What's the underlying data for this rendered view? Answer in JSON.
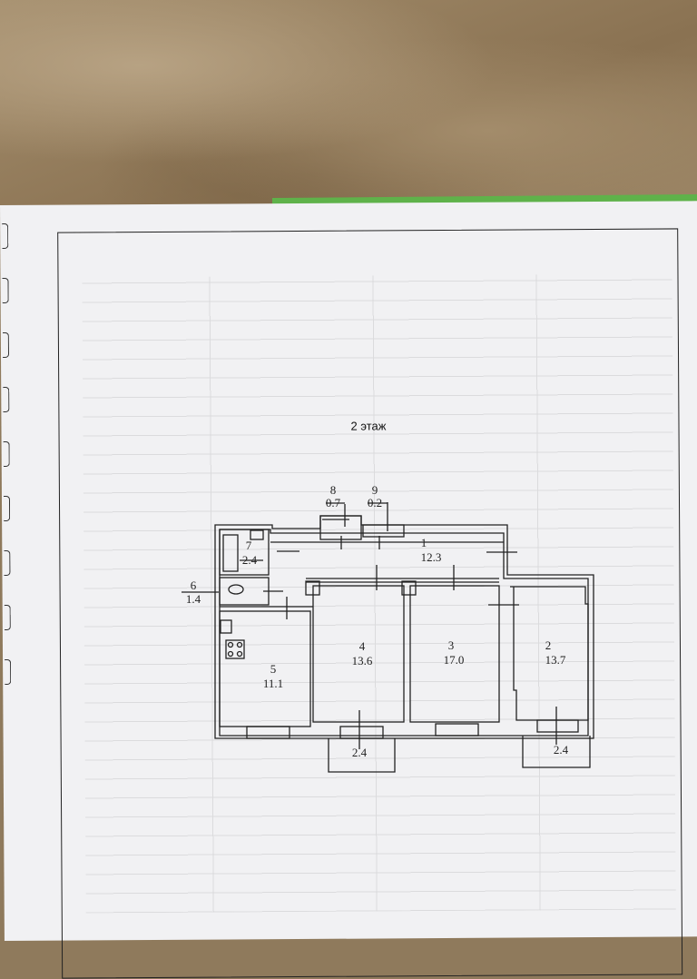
{
  "title": "2 этаж",
  "rooms": [
    {
      "num": "1",
      "area": "12.3"
    },
    {
      "num": "2",
      "area": "13.7"
    },
    {
      "num": "3",
      "area": "17.0"
    },
    {
      "num": "4",
      "area": "13.6"
    },
    {
      "num": "5",
      "area": "11.1"
    },
    {
      "num": "6",
      "area": "1.4"
    },
    {
      "num": "7",
      "area": "2.4"
    },
    {
      "num": "8",
      "area": "0.7"
    },
    {
      "num": "9",
      "area": "0.2"
    }
  ],
  "balconies": [
    {
      "area": "2.4"
    },
    {
      "area": "2.4"
    }
  ]
}
